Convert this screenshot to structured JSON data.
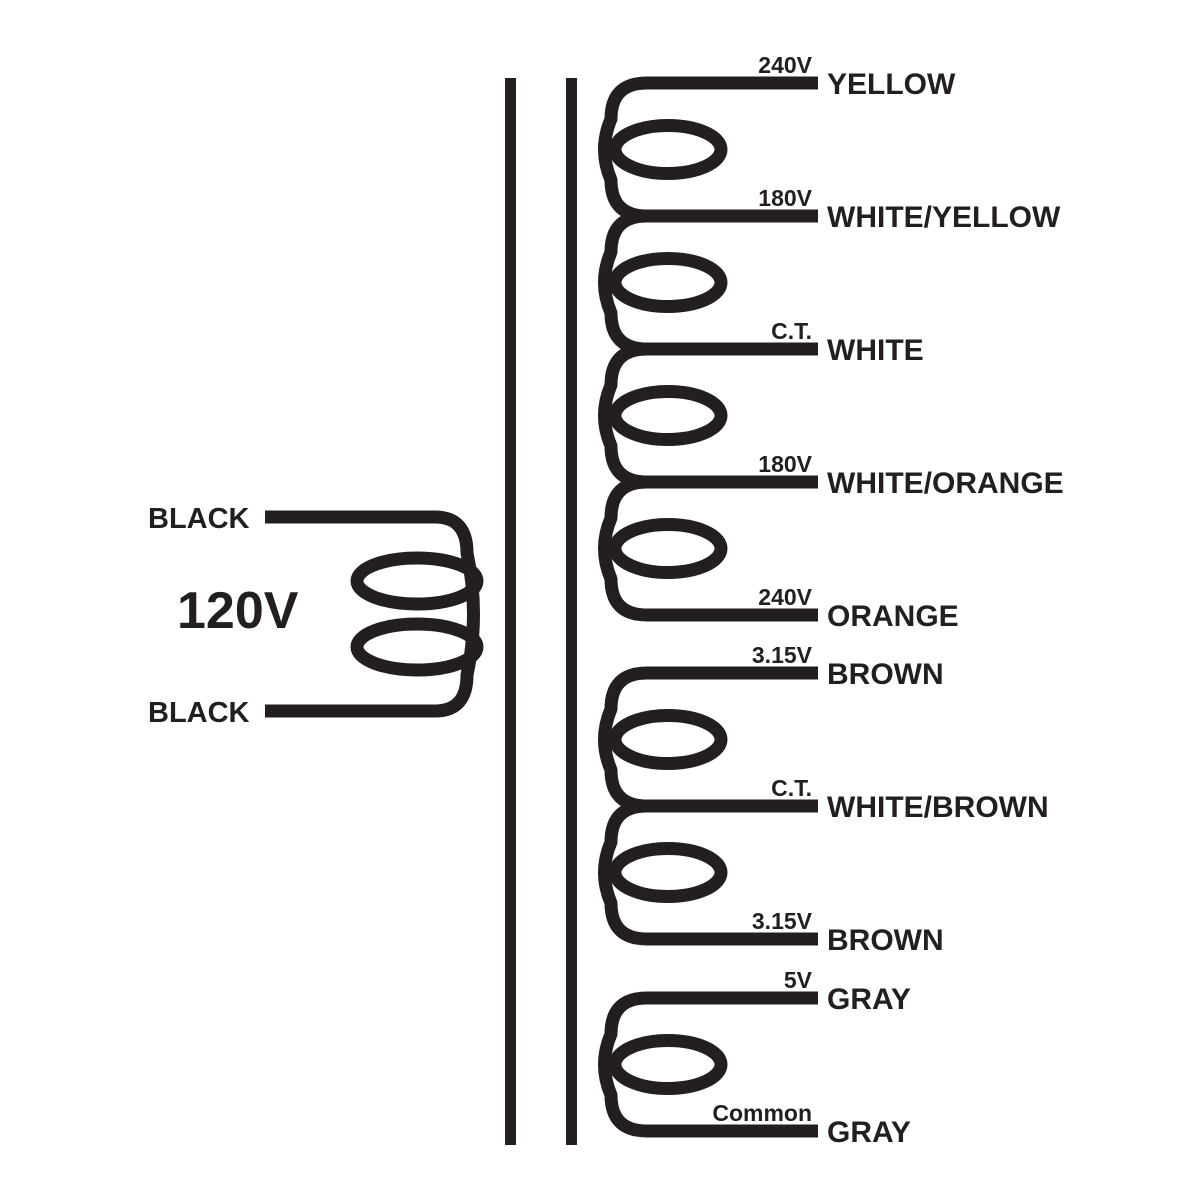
{
  "diagram": {
    "title": "transformer-wiring-diagram",
    "background_color": "#ffffff",
    "line_color": "#231f20",
    "primary": {
      "top_lead": "BLACK",
      "bottom_lead": "BLACK",
      "voltage": "120V"
    },
    "secondary_windings": [
      {
        "taps": [
          {
            "voltage": "240V",
            "wire": "YELLOW"
          },
          {
            "voltage": "180V",
            "wire": "WHITE/YELLOW"
          },
          {
            "voltage": "C.T.",
            "wire": "WHITE"
          },
          {
            "voltage": "180V",
            "wire": "WHITE/ORANGE"
          },
          {
            "voltage": "240V",
            "wire": "ORANGE"
          }
        ]
      },
      {
        "taps": [
          {
            "voltage": "3.15V",
            "wire": "BROWN"
          },
          {
            "voltage": "C.T.",
            "wire": "WHITE/BROWN"
          },
          {
            "voltage": "3.15V",
            "wire": "BROWN"
          }
        ]
      },
      {
        "taps": [
          {
            "voltage": "5V",
            "wire": "GRAY"
          },
          {
            "voltage": "Common",
            "wire": "GRAY"
          }
        ]
      }
    ]
  }
}
